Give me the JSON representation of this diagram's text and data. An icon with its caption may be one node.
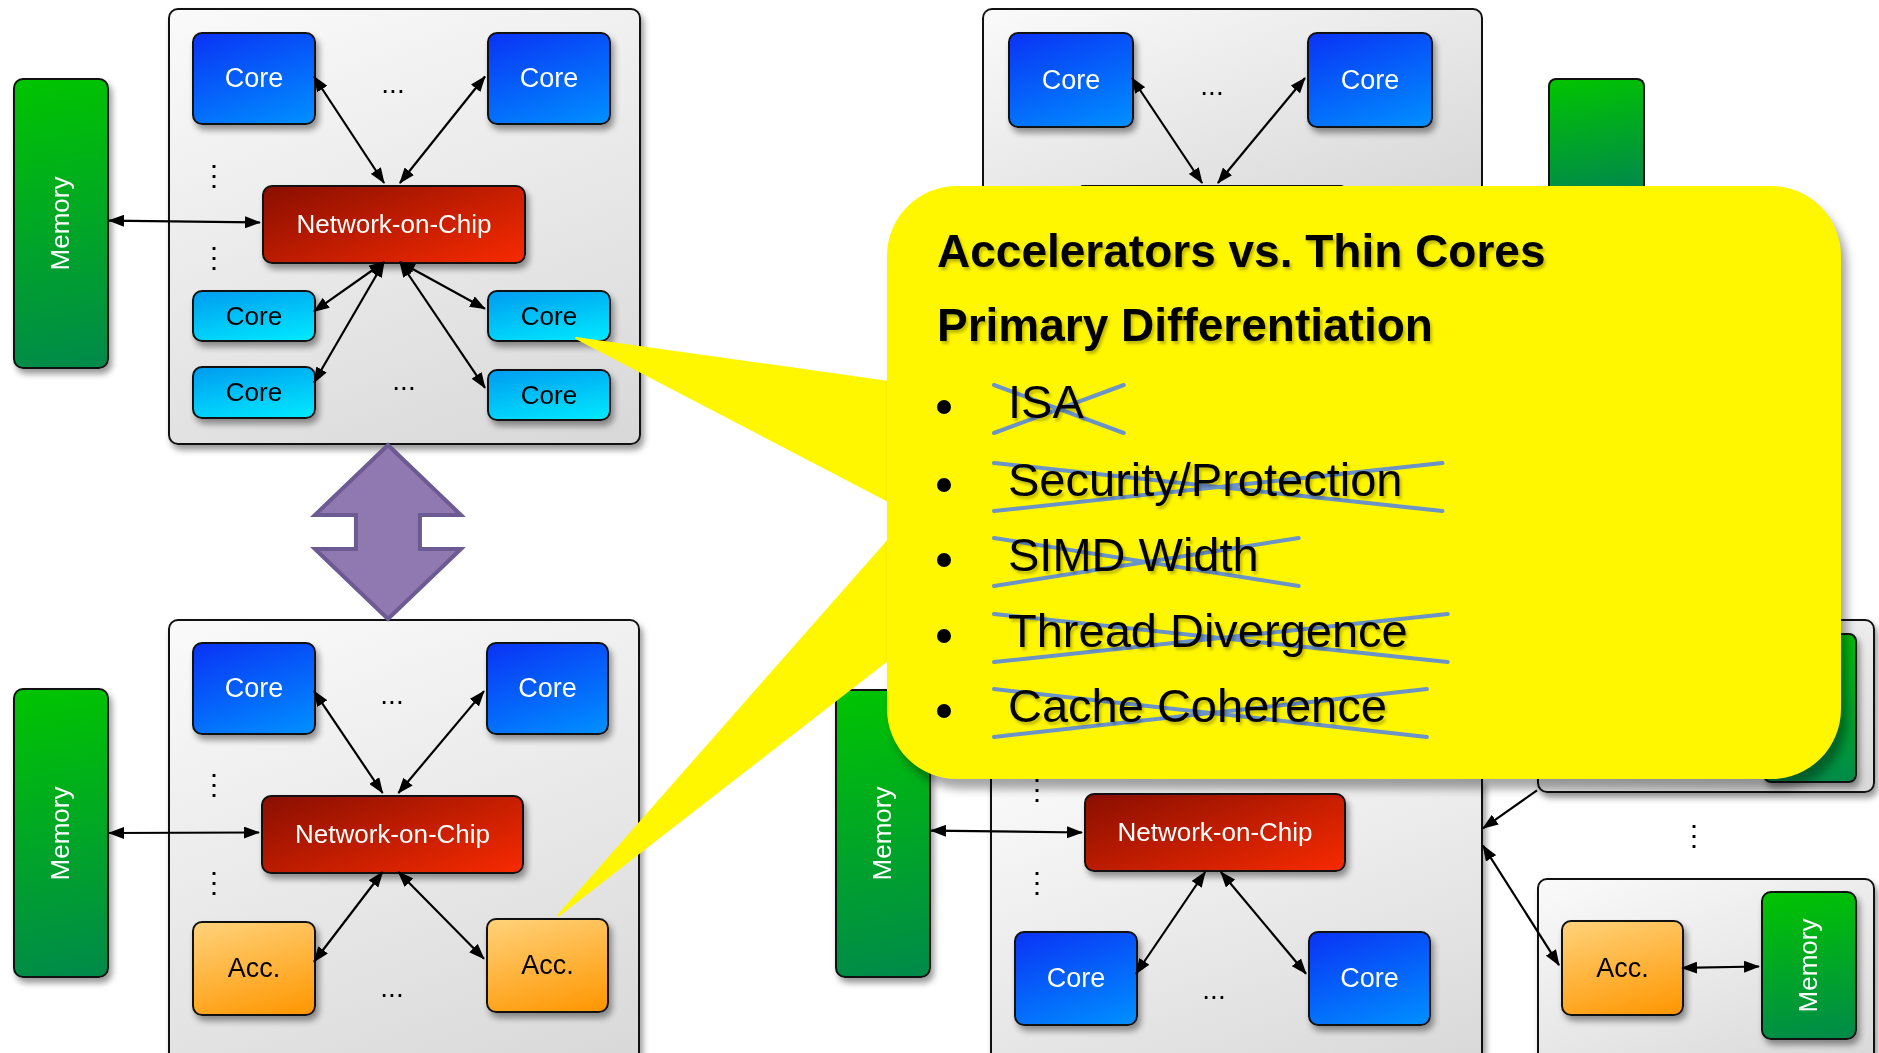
{
  "diagram": {
    "nodes": [
      {
        "text": [],
        "shape": "box"
      },
      {
        "text": [
          "Memory"
        ]
      },
      {
        "text": [
          "Core"
        ],
        "in": 0
      },
      {
        "text": [
          "Core"
        ],
        "in": 0
      },
      {
        "text": [
          "Network-on-Chip"
        ],
        "in": 0
      },
      {
        "text": [
          "Core"
        ],
        "in": 0
      },
      {
        "text": [
          "Core"
        ],
        "in": 0
      },
      {
        "text": [
          "Core"
        ],
        "in": 0
      },
      {
        "text": [
          "Core"
        ],
        "in": 0
      },
      {
        "text": [],
        "shape": "box"
      },
      {
        "text": [
          "Memory"
        ]
      },
      {
        "text": [
          "Core"
        ],
        "in": 9
      },
      {
        "text": [
          "Core"
        ],
        "in": 9
      },
      {
        "text": [
          "Network-on-Chip"
        ],
        "in": 9
      },
      {
        "text": [
          "Acc."
        ],
        "in": 9
      },
      {
        "text": [
          "Acc."
        ],
        "in": 9
      },
      {
        "text": [],
        "shape": "box"
      },
      {
        "text": [
          "Core"
        ],
        "in": 16
      },
      {
        "text": [
          "Core"
        ],
        "in": 16
      },
      {
        "text": [],
        "shape": "box",
        "in": 16
      },
      {
        "text": [],
        "shape": "bar"
      },
      {
        "text": [],
        "shape": "box"
      },
      {
        "text": [
          "Memory"
        ]
      },
      {
        "text": [
          "Network-on-Chip"
        ],
        "in": 21
      },
      {
        "text": [
          "Core"
        ],
        "in": 21
      },
      {
        "text": [
          "Core"
        ],
        "in": 21
      },
      {
        "text": [],
        "shape": "box"
      },
      {
        "text": [],
        "shape": "bar",
        "in": 26
      },
      {
        "text": [],
        "shape": "box"
      },
      {
        "text": [
          "Acc."
        ],
        "in": 28
      },
      {
        "text": [
          "Memory"
        ],
        "in": 28
      },
      {
        "text": [
          "Accelerators vs. Thin Cores",
          "Primary Differentiation",
          "ISA",
          "Security/Protection",
          "SIMD Width",
          "Thread Divergence",
          "Cache Coherence"
        ]
      }
    ],
    "edges": [
      {
        "from": 2,
        "to": 4,
        "arrow": "both"
      },
      {
        "from": 3,
        "to": 4,
        "arrow": "both"
      },
      {
        "from": 1,
        "to": 4,
        "arrow": "both"
      },
      {
        "from": 4,
        "to": 5,
        "arrow": "both"
      },
      {
        "from": 4,
        "to": 6,
        "arrow": "both"
      },
      {
        "from": 4,
        "to": 7,
        "arrow": "both"
      },
      {
        "from": 4,
        "to": 8,
        "arrow": "both"
      },
      {
        "from": 10,
        "to": 13,
        "arrow": "both"
      },
      {
        "from": 11,
        "to": 13,
        "arrow": "both"
      },
      {
        "from": 12,
        "to": 13,
        "arrow": "both"
      },
      {
        "from": 13,
        "to": 14,
        "arrow": "both"
      },
      {
        "from": 13,
        "to": 15,
        "arrow": "both"
      },
      {
        "from": 0,
        "to": 9,
        "arrow": "both",
        "style": "thick",
        "color": "#9079b0"
      },
      {
        "from": 17,
        "to": 19,
        "arrow": "both"
      },
      {
        "from": 18,
        "to": 19,
        "arrow": "both"
      },
      {
        "from": 22,
        "to": 23,
        "arrow": "both"
      },
      {
        "from": 23,
        "to": 24,
        "arrow": "both"
      },
      {
        "from": 23,
        "to": 25,
        "arrow": "both"
      },
      {
        "from": 26,
        "to": 21,
        "arrow": "to"
      },
      {
        "from": 21,
        "to": 29,
        "arrow": "both"
      },
      {
        "from": 29,
        "to": 30,
        "arrow": "both"
      },
      {
        "from": 31,
        "to": 6,
        "arrow": "none",
        "style": "thick",
        "color": "#fff700"
      },
      {
        "from": 31,
        "to": 15,
        "arrow": "none",
        "style": "thick",
        "color": "#fff700"
      }
    ],
    "labels": [
      "...",
      "⋮",
      "⋮",
      "...",
      "...",
      "⋮",
      "⋮",
      "...",
      "...",
      "⋮",
      "⋮",
      "...",
      "⋮"
    ]
  }
}
